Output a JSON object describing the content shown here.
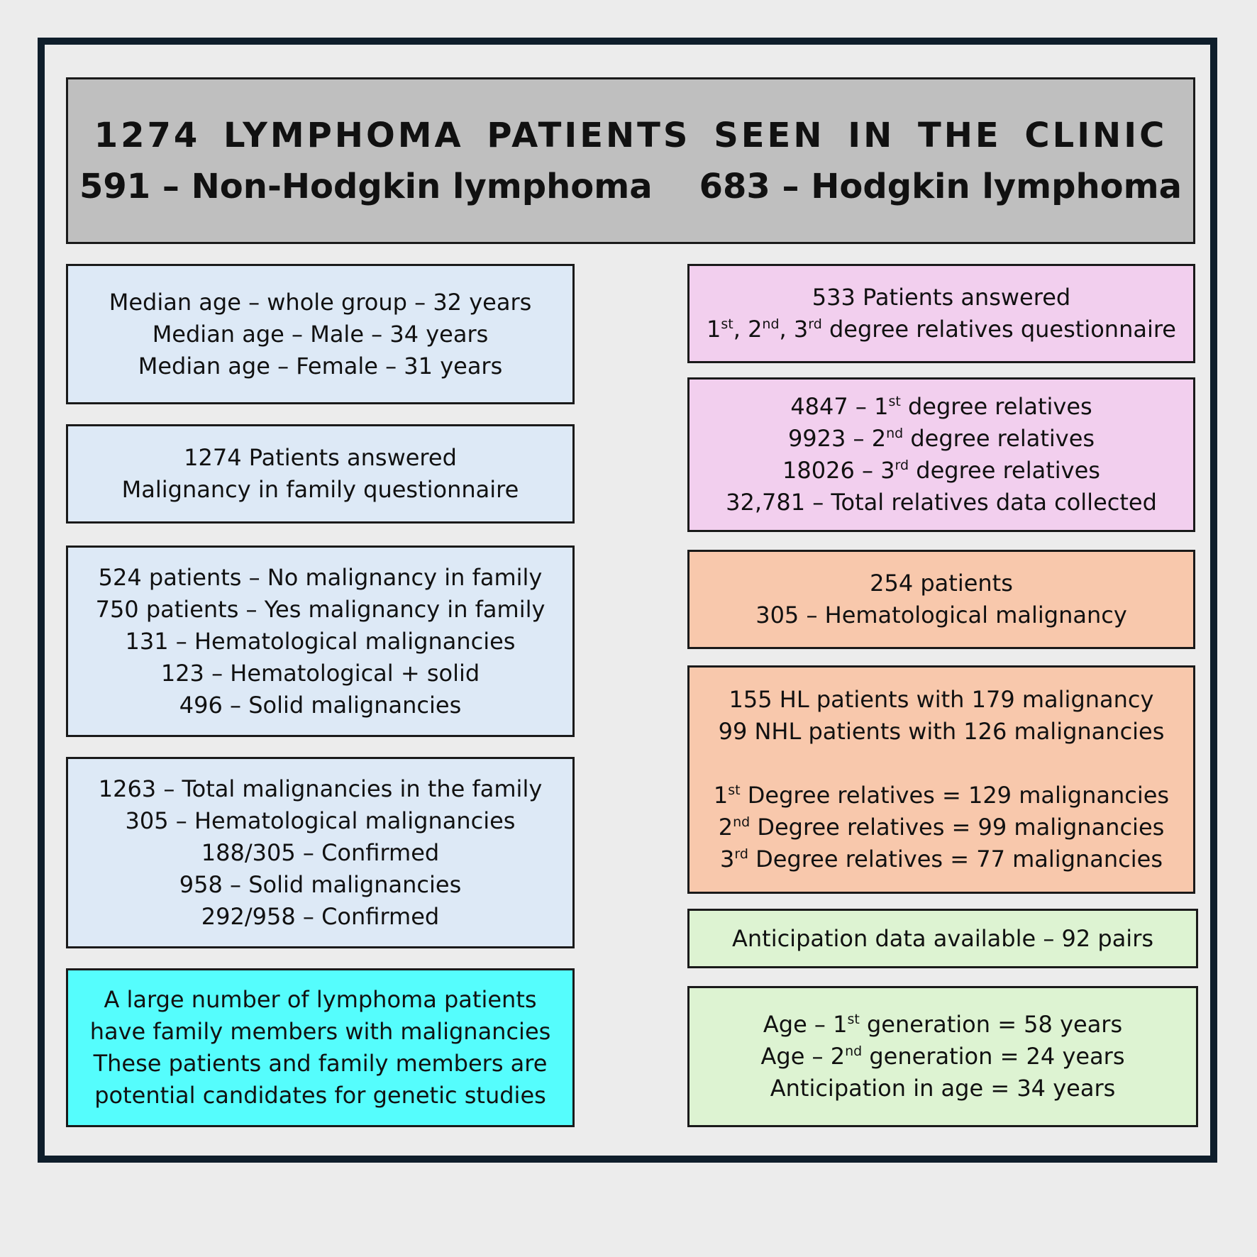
{
  "header": {
    "title": "1274 LYMPHOMA PATIENTS SEEN IN THE CLINIC",
    "nhl": "591 – Non-Hodgkin lymphoma",
    "hl": "683 – Hodgkin lymphoma"
  },
  "left": {
    "median_age": {
      "whole": "Median age – whole group – 32 years",
      "male": "Median age – Male – 34 years",
      "female": "Median age – Female – 31 years"
    },
    "answered": {
      "line1": "1274 Patients answered",
      "line2": "Malignancy in family questionnaire"
    },
    "family_status": {
      "no": "524 patients – No malignancy in family",
      "yes": "750 patients  – Yes malignancy in family",
      "hem": "131 – Hematological malignancies",
      "hem_solid": "123 – Hematological + solid",
      "solid": "496 – Solid malignancies"
    },
    "totals": {
      "total": "1263 – Total malignancies in the family",
      "hem": "305 – Hematological malignancies",
      "hem_confirmed": "188/305 – Confirmed",
      "solid": "958 – Solid malignancies",
      "solid_confirmed": "292/958 – Confirmed"
    },
    "conclusion": {
      "line1": "A large number of lymphoma patients",
      "line2": "have family members with malignancies",
      "line3": "These patients and family members are",
      "line4": "potential candidates for genetic studies"
    }
  },
  "right": {
    "degree_questionnaire": {
      "line1": "533 Patients answered",
      "ord1": "1",
      "sup1": "st",
      "sep1": ", ",
      "ord2": "2",
      "sup2": "nd",
      "sep2": ", ",
      "ord3": "3",
      "sup3": "rd",
      "tail": " degree relatives questionnaire"
    },
    "relatives": {
      "d1_prefix": "4847 – 1",
      "d1_sup": "st",
      "d1_suffix": " degree relatives",
      "d2_prefix": "9923 – 2",
      "d2_sup": "nd",
      "d2_suffix": " degree relatives",
      "d3_prefix": "18026 – 3",
      "d3_sup": "rd",
      "d3_suffix": "  degree relatives",
      "total": "32,781 – Total relatives data collected"
    },
    "hem_patients": {
      "line1": "254 patients",
      "line2": "305 – Hematological  malignancy"
    },
    "hl_nhl": {
      "hl": "155 HL patients with 179 malignancy",
      "nhl": "99 NHL patients with 126 malignancies",
      "d1_num": "1",
      "d1_sup": "st",
      "d1_text": " Degree relatives = 129 malignancies",
      "d2_num": "2",
      "d2_sup": "nd",
      "d2_text": " Degree relatives = 99 malignancies",
      "d3_num": "3",
      "d3_sup": "rd",
      "d3_text": " Degree relatives = 77 malignancies"
    },
    "anticipation": {
      "line": "Anticipation data available – 92 pairs"
    },
    "generation_age": {
      "g1_prefix": "Age – 1",
      "g1_sup": "st",
      "g1_suffix": " generation = 58 years",
      "g2_prefix": "Age – 2",
      "g2_sup": "nd",
      "g2_suffix": " generation = 24 years",
      "anticipation": "Anticipation in age = 34 years"
    }
  },
  "colors": {
    "header_bg": "#bfbfbf",
    "blue_bg": "#dde9f6",
    "pink_bg": "#f2cfee",
    "orange_bg": "#f8c8ac",
    "green_bg": "#ddf3d2",
    "cyan_bg": "#55fdfd",
    "frame_border": "#0f1e2b"
  }
}
